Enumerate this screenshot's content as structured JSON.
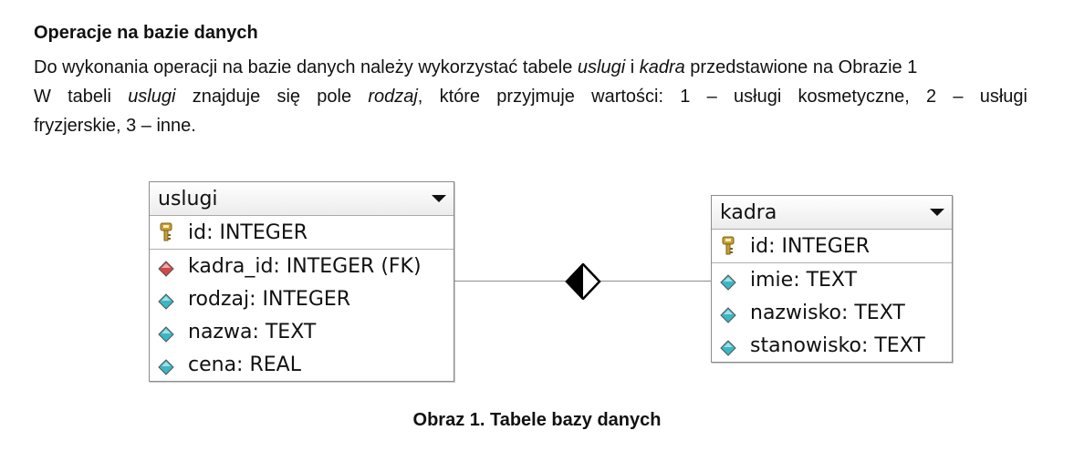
{
  "heading": "Operacje na bazie danych",
  "paragraph": {
    "line1": {
      "a": "Do wykonania operacji na bazie danych należy wykorzystać tabele ",
      "b": "uslugi",
      "c": " i ",
      "d": "kadra",
      "e": " przedstawione na Obrazie 1"
    },
    "line2": {
      "a": "W tabeli ",
      "b": "uslugi",
      "c": " znajduje się pole ",
      "d": "rodzaj",
      "e": ", które przyjmuje wartości: 1 – usługi kosmetyczne, 2 – usługi"
    },
    "line3": "fryzjerskie, 3 – inne."
  },
  "tables": {
    "uslugi": {
      "name": "uslugi",
      "fields": [
        {
          "label": "id: INTEGER",
          "icon": "key-icon"
        },
        {
          "label": "kadra_id: INTEGER (FK)",
          "icon": "red-diamond-icon"
        },
        {
          "label": "rodzaj: INTEGER",
          "icon": "teal-diamond-icon"
        },
        {
          "label": "nazwa: TEXT",
          "icon": "teal-diamond-icon"
        },
        {
          "label": "cena: REAL",
          "icon": "teal-diamond-icon"
        }
      ]
    },
    "kadra": {
      "name": "kadra",
      "fields": [
        {
          "label": "id: INTEGER",
          "icon": "key-icon"
        },
        {
          "label": "imie: TEXT",
          "icon": "teal-diamond-icon"
        },
        {
          "label": "nazwisko: TEXT",
          "icon": "teal-diamond-icon"
        },
        {
          "label": "stanowisko: TEXT",
          "icon": "teal-diamond-icon"
        }
      ]
    }
  },
  "colors": {
    "key": "#c8a030",
    "fk": "#d04848",
    "field": "#39b7c5"
  },
  "caption": "Obraz 1. Tabele bazy danych"
}
